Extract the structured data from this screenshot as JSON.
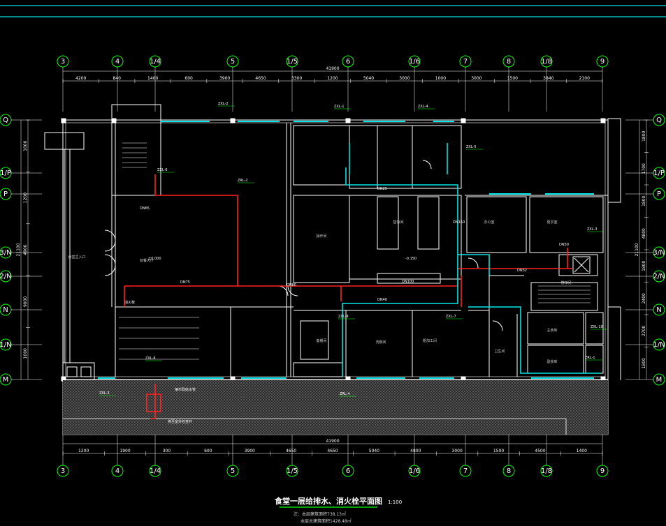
{
  "drawing": {
    "title": "食堂一层给排水、消火栓平面图",
    "scale": "1:100",
    "notes": [
      "注：本层建筑面积738.13㎡",
      "本层总建筑面积1428.48㎡"
    ]
  },
  "grid_columns": [
    "3",
    "4",
    "1/4",
    "5",
    "1/5",
    "6",
    "1/6",
    "7",
    "8",
    "1/8",
    "9"
  ],
  "grid_rows": [
    "Q",
    "1/P",
    "P",
    "3/N",
    "2/N",
    "N",
    "1/N",
    "M"
  ],
  "dims_top": [
    "4200",
    "840",
    "1400",
    "600",
    "3900",
    "4650",
    "3300",
    "1200",
    "5040",
    "3000",
    "1000",
    "3000",
    "1500",
    "3840",
    "2100"
  ],
  "dims_top_total": "41900",
  "dims_bottom": [
    "1200",
    "1900",
    "300",
    "600",
    "3900",
    "4650",
    "4650",
    "5040",
    "4800",
    "3000",
    "1500",
    "4500",
    "1400"
  ],
  "dims_bottom_total": "41900",
  "dims_left": [
    "1000",
    "1200",
    "4900",
    "9000",
    "1000"
  ],
  "dims_left_total": "21100",
  "dims_right": [
    "1800",
    "1700",
    "1800",
    "4800",
    "1800",
    "2400",
    "2700",
    "1800"
  ],
  "dims_right_total": "21100",
  "pipe_tags": [
    "ZXL-2",
    "ZXL-1",
    "ZXL-4",
    "ZXL-5",
    "ZXL-3",
    "ZXL-6",
    "ZXL-7",
    "ZXL-8",
    "ZXL-9",
    "ZXL-10",
    "ZRL-1",
    "ZRL-2",
    "ZRL-3",
    "ZRL-4"
  ],
  "pipe_sizes": [
    "DN25",
    "DN50",
    "DN65",
    "DN75",
    "DN80",
    "DN100",
    "DN150",
    "DN32",
    "DN40"
  ],
  "rooms": [
    "食堂主入口",
    "就餐大厅",
    "操作间",
    "售饭间",
    "备餐间",
    "洗碗间",
    "更衣室",
    "主食库",
    "副食库",
    "办公室",
    "楼梯间",
    "卫生间",
    "粗加工间"
  ],
  "annotations": [
    "±0.000",
    "-0.150",
    "消火栓",
    "接市政给水管",
    "排至室外检查井"
  ],
  "colors": {
    "background": "#000000",
    "wall": "#ffffff",
    "window": "#00ffff",
    "water_supply": "#ff0000",
    "fire_pipe": "#00ffff",
    "tag": "#00ff00",
    "grid_bubble": "#00ff00",
    "dimension": "#ffffff",
    "paving": "#808080",
    "title_underline": "#00ff00"
  }
}
